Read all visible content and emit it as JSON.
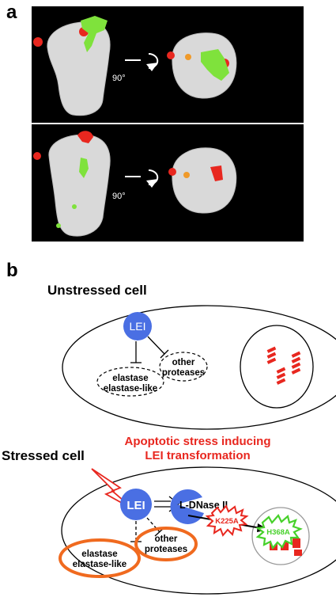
{
  "panel_a": {
    "label": "a",
    "top_rotation_label": "90°",
    "bottom_rotation_label": "90°"
  },
  "panel_b": {
    "label": "b",
    "unstressed": {
      "heading": "Unstressed cell",
      "lei": "LEI",
      "elastase_line1": "elastase",
      "elastase_line2": "elastase-like",
      "other_line1": "other",
      "other_line2": "proteases"
    },
    "stressed": {
      "heading": "Stressed cell",
      "caption_line1": "Apoptotic stress inducing",
      "caption_line2": "LEI transformation",
      "lei": "LEI",
      "ldnase": "L-DNase II",
      "k225a": "K225A",
      "h368a": "H368A",
      "elastase_line1": "elastase",
      "elastase_line2": "elastase-like",
      "other_line1": "other",
      "other_line2": "proteases"
    }
  },
  "colors": {
    "lei_blue": "#4a6fe3",
    "dna_red": "#e8271f",
    "highlight_orange": "#f06a1f",
    "star_green": "#47d12b",
    "protein_gray": "#d9d9d9"
  }
}
